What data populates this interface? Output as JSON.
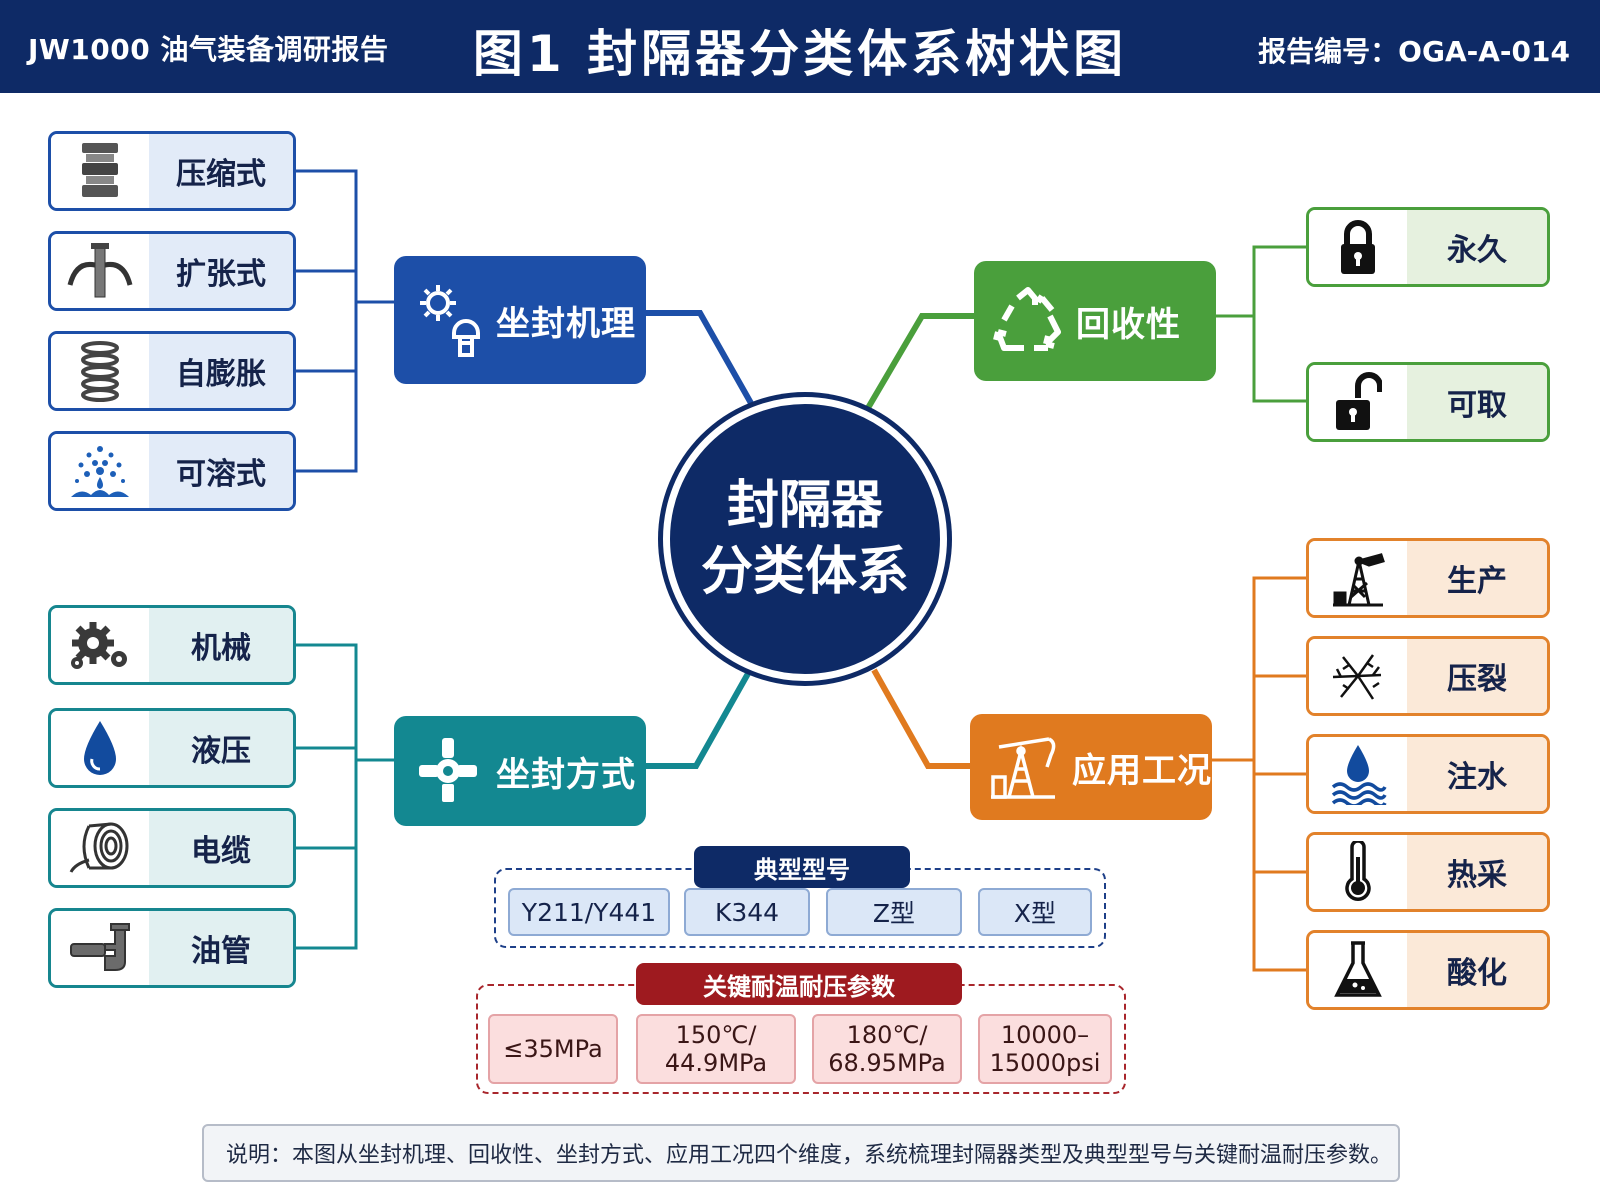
{
  "header": {
    "left": "JW1000 油气装备调研报告",
    "title": "图1  封隔器分类体系树状图",
    "right": "报告编号：OGA-A-014"
  },
  "center": {
    "line1": "封隔器",
    "line2": "分类体系"
  },
  "branches": {
    "mechanism": {
      "label": "坐封机理",
      "icon": "gear-piston-icon",
      "color": "#1d4fa8",
      "items": [
        {
          "label": "压缩式",
          "icon": "compression-rings-icon"
        },
        {
          "label": "扩张式",
          "icon": "expanding-arms-icon"
        },
        {
          "label": "自膨胀",
          "icon": "coil-spring-icon"
        },
        {
          "label": "可溶式",
          "icon": "dissolving-droplets-icon"
        }
      ]
    },
    "recovery": {
      "label": "回收性",
      "icon": "recycle-icon",
      "color": "#4a9f3c",
      "items": [
        {
          "label": "永久",
          "icon": "lock-closed-icon"
        },
        {
          "label": "可取",
          "icon": "lock-open-icon"
        }
      ]
    },
    "setting": {
      "label": "坐封方式",
      "icon": "valve-cross-icon",
      "color": "#138891",
      "items": [
        {
          "label": "机械",
          "icon": "gears-icon"
        },
        {
          "label": "液压",
          "icon": "hydraulic-drop-icon"
        },
        {
          "label": "电缆",
          "icon": "cable-reel-icon"
        },
        {
          "label": "油管",
          "icon": "tubing-pipe-icon"
        }
      ]
    },
    "conditions": {
      "label": "应用工况",
      "icon": "pumpjack-icon",
      "color": "#e07a1f",
      "items": [
        {
          "label": "生产",
          "icon": "oil-derrick-icon"
        },
        {
          "label": "压裂",
          "icon": "fracture-crack-icon"
        },
        {
          "label": "注水",
          "icon": "water-injection-icon"
        },
        {
          "label": "热采",
          "icon": "thermometer-icon"
        },
        {
          "label": "酸化",
          "icon": "flask-icon"
        }
      ]
    }
  },
  "models": {
    "title": "典型型号",
    "items": [
      "Y211/Y441",
      "K344",
      "Z型",
      "X型"
    ]
  },
  "params": {
    "title": "关键耐温耐压参数",
    "items": [
      {
        "line1": "≤35MPa",
        "line2": ""
      },
      {
        "line1": "150℃/",
        "line2": "44.9MPa"
      },
      {
        "line1": "180℃/",
        "line2": "68.95MPa"
      },
      {
        "line1": "10000–",
        "line2": "15000psi"
      }
    ]
  },
  "note": "说明：本图从坐封机理、回收性、坐封方式、应用工况四个维度，系统梳理封隔器类型及典型型号与关键耐温耐压参数。"
}
